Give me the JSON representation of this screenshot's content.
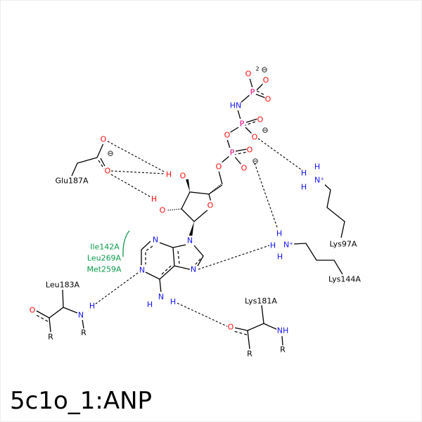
{
  "title": "5c1o_1:ANP",
  "colors": {
    "oxygen": "#ff0d0d",
    "nitrogen": "#1414ff",
    "phosphorus": "#e6007e",
    "hydrophobic": "#0a9a4a"
  },
  "atoms": {
    "pg": "P",
    "og1": "O",
    "og2": "O",
    "og3": "O",
    "charge2": "2",
    "nh": "HN",
    "pb": "P",
    "ob1": "O",
    "ob2": "O",
    "mb": "⊖",
    "obr": "O",
    "pa": "P",
    "oa1": "O",
    "oa2": "O",
    "ma": "⊖",
    "mg": "⊖",
    "o5": "O",
    "o4": "O",
    "o3": "O",
    "h3": "H",
    "o2": "O",
    "h2": "H",
    "n9": "N",
    "n7": "N",
    "n3": "N",
    "n1": "N",
    "n6": "N",
    "h6a": "H",
    "h6b": "H",
    "glu_o1": "O",
    "glu_o2": "O",
    "glu_m": "⊖",
    "k97_n": "N⁺",
    "k97_h1": "H",
    "k97_h2": "H",
    "k97_h3": "H",
    "k144_n": "N⁺",
    "k144_h1": "H",
    "k144_h2": "H",
    "k144_h3": "H",
    "l183_o": "O",
    "l183_n": "N",
    "l183_h": "H",
    "l183_r1": "R",
    "l183_r2": "R",
    "k181_o": "O",
    "k181_nh": "NH",
    "k181_r1": "R",
    "k181_r2": "R"
  },
  "residues": {
    "glu187": "Glu187A",
    "lys97": "Lys97A",
    "lys144": "Lys144A",
    "leu183": "Leu183A",
    "lys181": "Lys181A"
  },
  "hydrophobic_contacts": [
    "Ile142A",
    "Leu269A",
    "Met259A"
  ]
}
